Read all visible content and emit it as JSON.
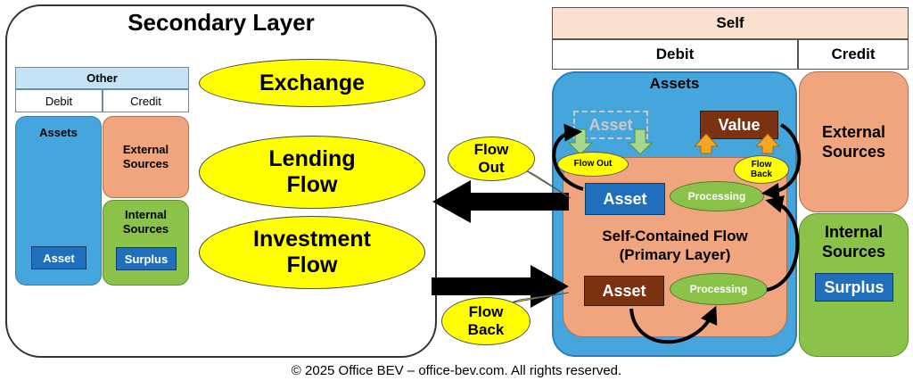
{
  "secondary": {
    "title": "Secondary Layer",
    "other_header": "Other",
    "debit": "Debit",
    "credit": "Credit",
    "assets": "Assets",
    "external_sources": "External Sources",
    "internal_sources": "Internal Sources",
    "asset_box": "Asset",
    "surplus_box": "Surplus",
    "flows": [
      "Exchange",
      "Lending Flow",
      "Investment Flow"
    ]
  },
  "self": {
    "header": "Self",
    "debit": "Debit",
    "credit": "Credit",
    "assets": "Assets",
    "external_sources": "External Sources",
    "internal_sources": "Internal Sources",
    "surplus_box": "Surplus",
    "ghost_asset": "Asset",
    "value_box": "Value",
    "flow_out_small": "Flow Out",
    "flow_back_small": "Flow Back",
    "asset_top": "Asset",
    "processing_top": "Processing",
    "self_contained": "Self-Contained Flow (Primary Layer)",
    "asset_bottom": "Asset",
    "processing_bottom": "Processing"
  },
  "callouts": {
    "flow_out": "Flow Out",
    "flow_back": "Flow Back"
  },
  "footer": "© 2025 Office BEV – office-bev.com. All rights reserved."
}
